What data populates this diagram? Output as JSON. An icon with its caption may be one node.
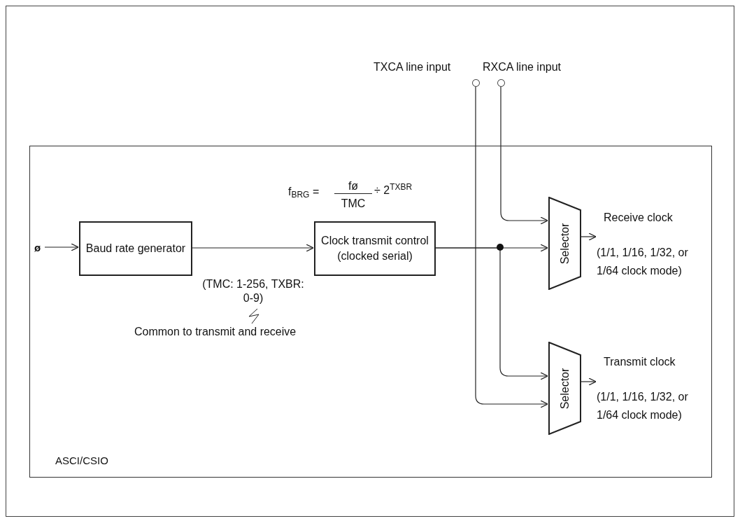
{
  "diagram": {
    "nodes": [
      {
        "text": [
          "ASCI/CSIO"
        ]
      },
      {
        "text": [
          "ø"
        ],
        "in": 0
      },
      {
        "text": [
          "Baud rate generator"
        ],
        "in": 0
      },
      {
        "text": [
          "Clock transmit control (clocked serial)"
        ],
        "in": 0
      },
      {
        "text": [
          "TXCA line input"
        ]
      },
      {
        "text": [
          "RXCA line input"
        ]
      },
      {
        "text": [
          "Selector"
        ],
        "in": 0
      },
      {
        "text": [
          "Selector"
        ],
        "in": 0
      },
      {
        "text": [
          "Receive clock",
          "(1/1, 1/16, 1/32, or 1/64 clock mode)"
        ],
        "in": 0
      },
      {
        "text": [
          "Transmit clock",
          "(1/1, 1/16, 1/32, or 1/64 clock mode)"
        ],
        "in": 0
      }
    ],
    "edges": [
      {
        "from": 1,
        "to": 2,
        "arrow": "to"
      },
      {
        "from": 2,
        "to": 3,
        "arrow": "to"
      },
      {
        "from": 3,
        "to": 6,
        "arrow": "to"
      },
      {
        "from": 3,
        "to": 7,
        "arrow": "to"
      },
      {
        "from": 5,
        "to": 6,
        "arrow": "to"
      },
      {
        "from": 4,
        "to": 7,
        "arrow": "to"
      },
      {
        "from": 6,
        "to": 8,
        "arrow": "to"
      },
      {
        "from": 7,
        "to": 9,
        "arrow": "to"
      }
    ],
    "labels": [
      "f$_{BRG}$ =",
      "fø",
      "TMC",
      "÷ 2$^{TXBR}$",
      "(TMC: 1-256, TXBR: 0-9)",
      "Common to transmit and receive"
    ]
  }
}
